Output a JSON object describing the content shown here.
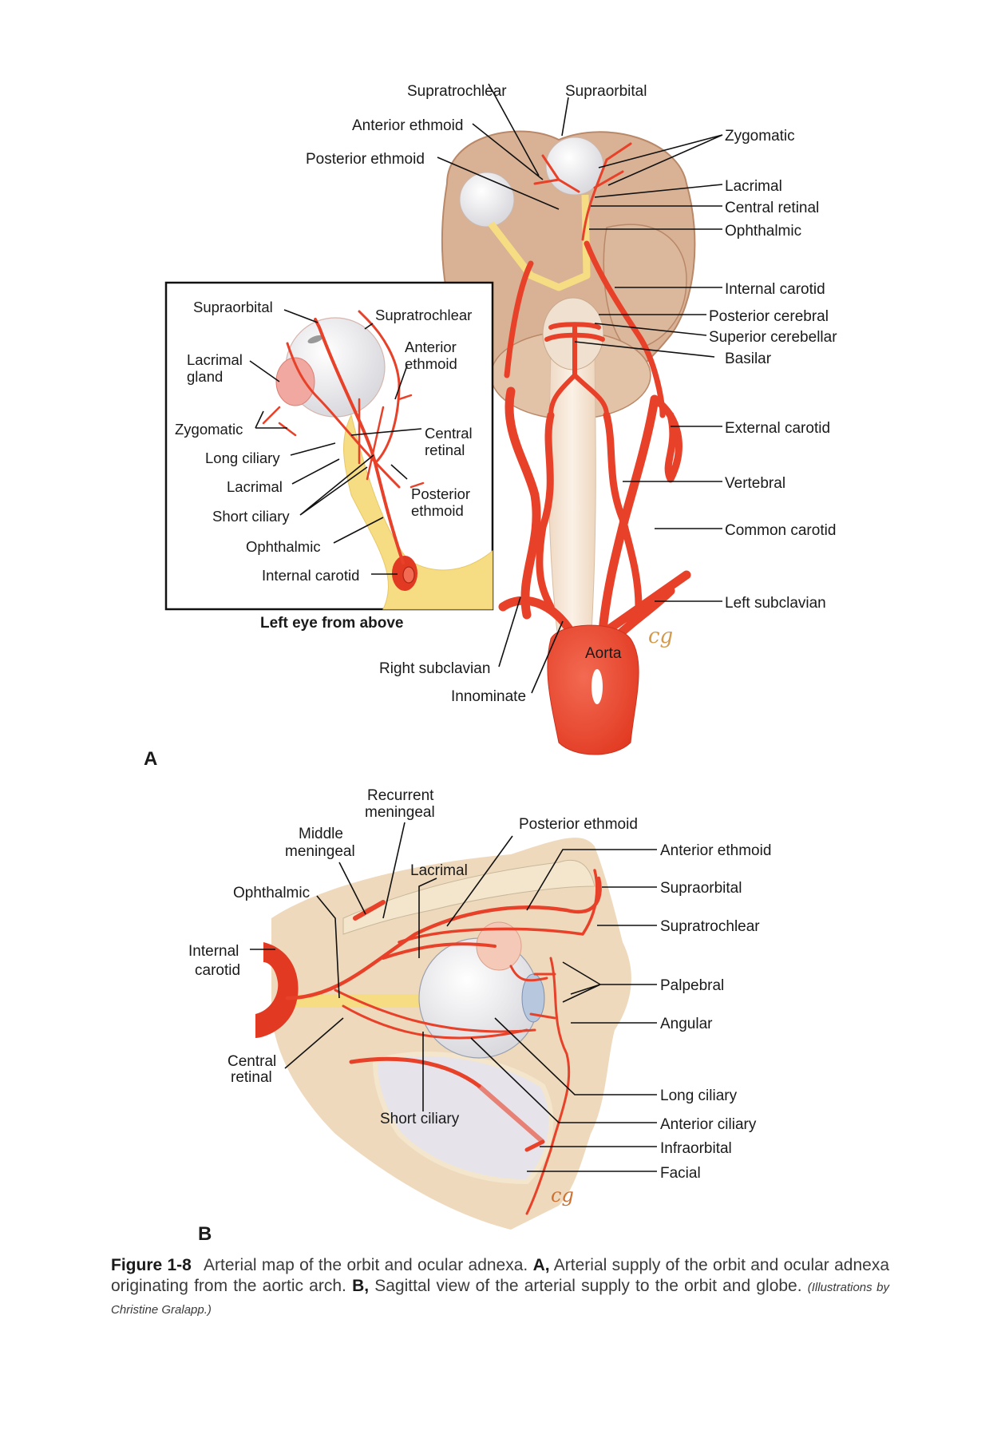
{
  "colors": {
    "artery": "#e8412a",
    "artery_dark": "#c8301f",
    "brain": "#d9b296",
    "brain_edge": "#b98868",
    "nerve": "#f6dc82",
    "globe": "#f2f2f4",
    "gland": "#f0a8a0",
    "bone": "#f3e6cc",
    "skin": "#f1dfbf",
    "signature": "#d49a4a"
  },
  "panel_a": {
    "letter": "A",
    "labels": {
      "supratrochlear": "Supratrochlear",
      "supraorbital": "Supraorbital",
      "anterior_ethmoid": "Anterior ethmoid",
      "posterior_ethmoid": "Posterior ethmoid",
      "zygomatic": "Zygomatic",
      "lacrimal": "Lacrimal",
      "central_retinal": "Central retinal",
      "ophthalmic": "Ophthalmic",
      "internal_carotid": "Internal carotid",
      "posterior_cerebral": "Posterior cerebral",
      "superior_cerebellar": "Superior cerebellar",
      "basilar": "Basilar",
      "external_carotid": "External carotid",
      "vertebral": "Vertebral",
      "common_carotid": "Common carotid",
      "left_subclavian": "Left subclavian",
      "aorta": "Aorta",
      "right_subclavian": "Right subclavian",
      "innominate": "Innominate"
    },
    "inset": {
      "title": "Left eye from above",
      "labels": {
        "supraorbital": "Supraorbital",
        "supratrochlear": "Supratrochlear",
        "lacrimal_gland_1": "Lacrimal",
        "lacrimal_gland_2": "gland",
        "anterior_ethmoid_1": "Anterior",
        "anterior_ethmoid_2": "ethmoid",
        "zygomatic": "Zygomatic",
        "central_retinal_1": "Central",
        "central_retinal_2": "retinal",
        "long_ciliary": "Long ciliary",
        "lacrimal": "Lacrimal",
        "posterior_ethmoid_1": "Posterior",
        "posterior_ethmoid_2": "ethmoid",
        "short_ciliary": "Short ciliary",
        "ophthalmic": "Ophthalmic",
        "internal_carotid": "Internal carotid"
      }
    },
    "signature": "cg"
  },
  "panel_b": {
    "letter": "B",
    "labels": {
      "recurrent_meningeal_1": "Recurrent",
      "recurrent_meningeal_2": "meningeal",
      "middle_meningeal_1": "Middle",
      "middle_meningeal_2": "meningeal",
      "posterior_ethmoid": "Posterior ethmoid",
      "lacrimal": "Lacrimal",
      "ophthalmic": "Ophthalmic",
      "internal_carotid_1": "Internal",
      "internal_carotid_2": "carotid",
      "central_retinal_1": "Central",
      "central_retinal_2": "retinal",
      "short_ciliary": "Short ciliary",
      "anterior_ethmoid": "Anterior ethmoid",
      "supraorbital": "Supraorbital",
      "supratrochlear": "Supratrochlear",
      "palpebral": "Palpebral",
      "angular": "Angular",
      "long_ciliary": "Long ciliary",
      "anterior_ciliary": "Anterior ciliary",
      "infraorbital": "Infraorbital",
      "facial": "Facial"
    },
    "signature": "cg"
  },
  "caption": {
    "figure_number": "Figure 1-8",
    "text_1": "Arterial map of the orbit and ocular adnexa.",
    "a_marker": "A,",
    "text_2": "Arterial supply of the orbit and ocular adnexa originating from the aortic arch.",
    "b_marker": "B,",
    "text_3": "Sagittal view of the arterial supply to the orbit and globe.",
    "credit": "(Illustrations by Christine Gralapp.)"
  }
}
